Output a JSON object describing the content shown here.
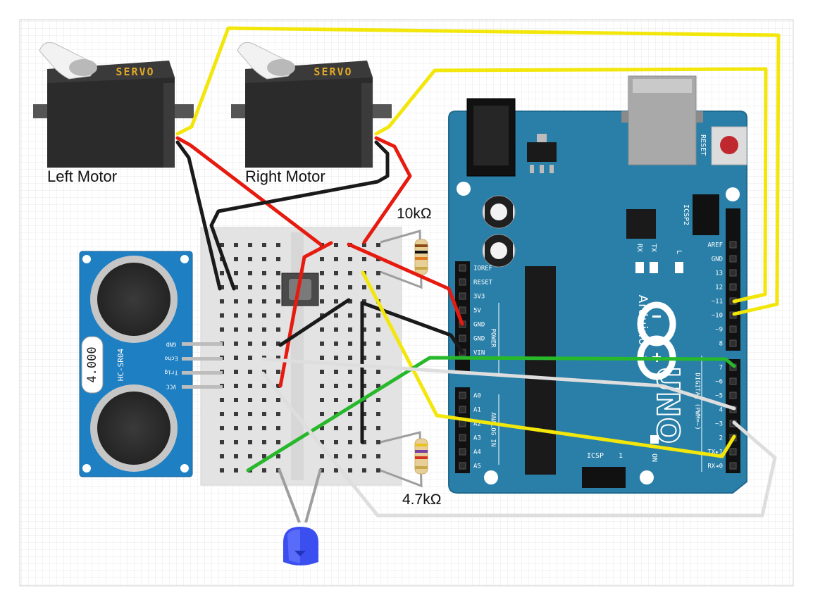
{
  "diagram": {
    "servo_brand": "SERVO",
    "left_motor_label": "Left Motor",
    "right_motor_label": "Right Motor",
    "resistor_top_label": "10kΩ",
    "resistor_bottom_label": "4.7kΩ",
    "sensor": {
      "model": "HC-SR04",
      "badge": "4.000",
      "pins": [
        "GND",
        "Echo",
        "Trig",
        "VCC"
      ]
    },
    "arduino": {
      "brand": "Arduino",
      "tm": "™",
      "model": "UNO",
      "reset_label": "RESET",
      "icsp2_label": "ICSP2",
      "icsp_label": "ICSP",
      "icsp_pin1": "1",
      "tx_label": "TX",
      "rx_label": "RX",
      "l_label": "L",
      "on_label": "ON",
      "power_header_title": "POWER",
      "analog_header_title": "ANALOG IN",
      "digital_header_title": "DIGITAL (PWM=~)",
      "power_pins": [
        "IOREF",
        "RESET",
        "3V3",
        "5V",
        "GND",
        "GND",
        "VIN"
      ],
      "analog_pins": [
        "A0",
        "A1",
        "A2",
        "A3",
        "A4",
        "A5"
      ],
      "top_digital_pins": [
        "AREF",
        "GND",
        "13",
        "12",
        "~11",
        "~10",
        "~9",
        "8"
      ],
      "bottom_digital_pins": [
        "7",
        "~6",
        "~5",
        "4",
        "~3",
        "2",
        "TX▸1",
        "RX◂0"
      ]
    },
    "colors": {
      "board": "#2a7fa8",
      "servo_body": "#2b2b2b",
      "sensor": "#1e7fc2",
      "wire_red": "#e61a0f",
      "wire_black": "#1a1a1a",
      "wire_yellow": "#f2e60a",
      "wire_green": "#27b82b",
      "wire_white": "#dedede",
      "led": "#3b4ff0"
    }
  }
}
